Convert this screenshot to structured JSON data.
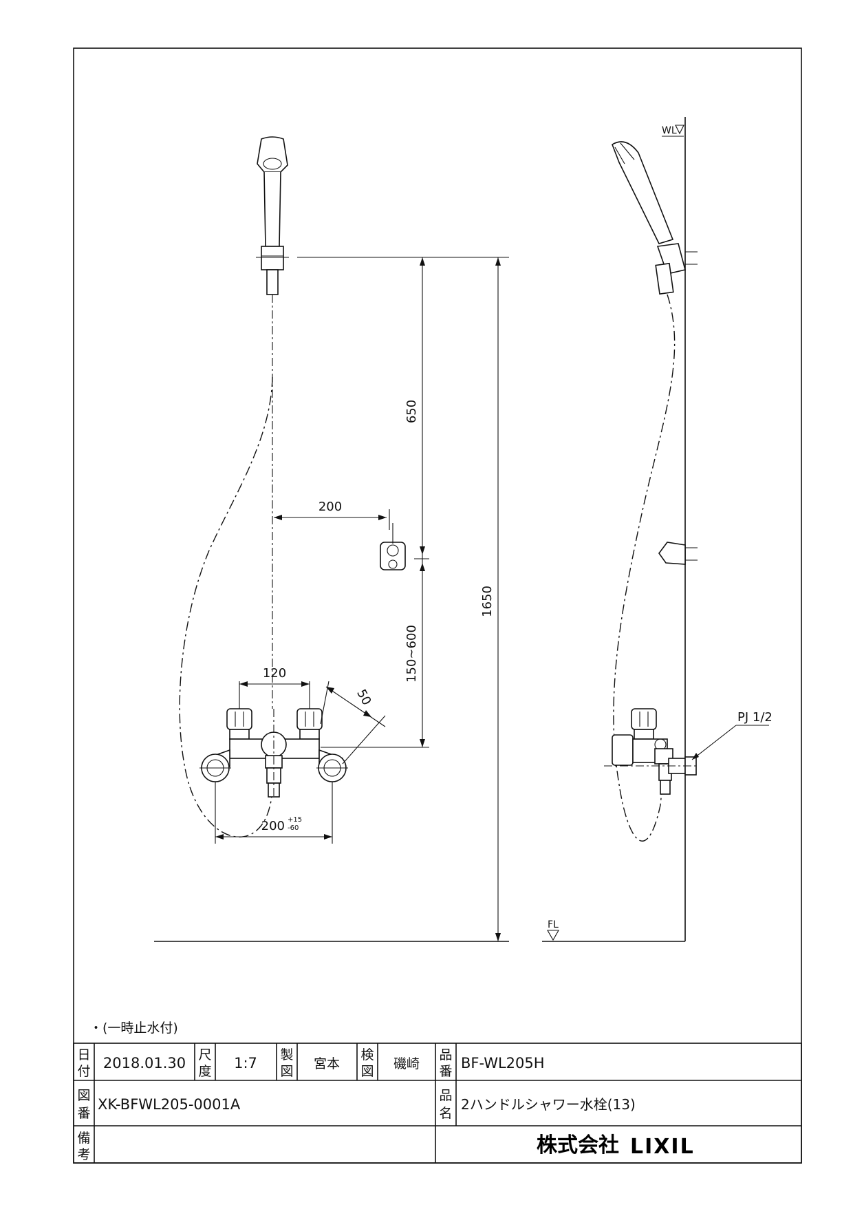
{
  "drawing": {
    "dimensions": {
      "d650": "650",
      "d200": "200",
      "d1650": "1650",
      "d150_600": "150~600",
      "d120": "120",
      "d50": "50",
      "d200_base": "200",
      "d200_tol_upper": "+15",
      "d200_tol_lower": "-60"
    },
    "labels": {
      "wl": "WL",
      "fl": "FL",
      "pj": "PJ 1/2"
    },
    "note": "・(一時止水付)"
  },
  "title_block": {
    "date_label": [
      "日",
      "付"
    ],
    "date": "2018.01.30",
    "scale_label": [
      "尺",
      "度"
    ],
    "scale": "1:7",
    "drawn_label": [
      "製",
      "図"
    ],
    "drawn_by": "宮本",
    "checked_label": [
      "検",
      "図"
    ],
    "checked_by": "磯崎",
    "part_no_label": [
      "品",
      "番"
    ],
    "part_no": "BF-WL205H",
    "drawing_no_label": [
      "図",
      "番"
    ],
    "drawing_no": "XK-BFWL205-0001A",
    "product_name_label": [
      "品",
      "名"
    ],
    "product_name": "2ハンドルシャワー水栓(13)",
    "remarks_label": [
      "備",
      "考"
    ],
    "company": "株式会社",
    "brand": "LIXIL"
  }
}
